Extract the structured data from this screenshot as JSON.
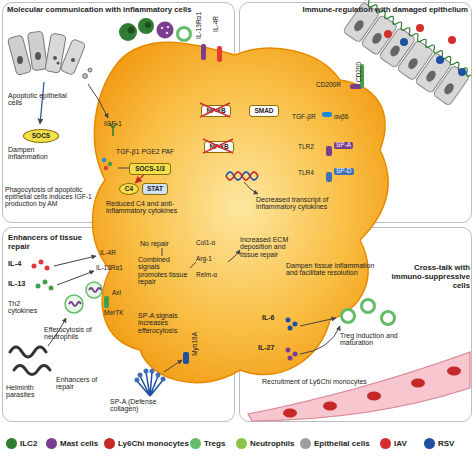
{
  "diagram": {
    "nodes": [
      {
        "text": [
          "Molecular communication with inflammatory cells"
        ]
      },
      {
        "text": [
          "SOCS"
        ],
        "in": 0
      },
      {
        "text": [
          "SOCS-1/3"
        ],
        "in": 0
      },
      {
        "text": [
          "C4"
        ],
        "in": 0
      },
      {
        "text": [
          "STAT"
        ],
        "in": 0
      },
      {
        "text": [
          "NF-κB"
        ],
        "in": 0
      },
      {
        "text": [
          "NF-κB"
        ],
        "in": 0
      },
      {
        "text": [
          "Immune-regulation with damaged epithelium"
        ]
      },
      {
        "text": [
          "SMAD"
        ],
        "in": 7
      },
      {
        "text": [
          "Enhancers of tissue repair"
        ]
      },
      {
        "text": [
          "Cross-talk with immuno-suppressive cells"
        ]
      }
    ],
    "edges": [
      {
        "from": 2,
        "to": 3,
        "arrow": "to"
      }
    ],
    "labels": [
      "Apoptotic epithelial cells",
      "Dampen inflammation",
      "Phagocytosis of apoptotic epithelial cells induces IGF-1 production by AM",
      "IL-13Rα1",
      "IL-4R",
      "IGF-1",
      "TGF-β1 PGE2 PAF",
      "Reduced C4 and anti-inflammatory cytokines",
      "CD200R",
      "CD200",
      "TGF-βR",
      "αvβ6",
      "TLR2",
      "SP-A",
      "TLR4",
      "SP-D",
      "Decreased transcript of inflammatory cytokines",
      "IL-4",
      "IL-13",
      "Th2 cytokines",
      "IL-4R",
      "IL-13Rα1",
      "Axl",
      "MerTK",
      "No repair",
      "Combined signals promotes tissue repair",
      "Col1-α",
      "Arg-1",
      "Relm-α",
      "Increased ECM deposition and tissue repair",
      "Efferocytosis of neutrophils",
      "SP-A signals increases efferocytosis",
      "Helminth parasites",
      "Enhancers of repair",
      "SP-A (Defense collagen)",
      "Myo18A",
      "Dampen tissue inflammation and facilitate resolution",
      "IL-6",
      "IL-27",
      "Treg induction and maturation",
      "Recruitment of Ly6Chi monocytes"
    ],
    "legend": [
      {
        "text": "ILC2",
        "color": "#2f7d32"
      },
      {
        "text": "Mast cells",
        "color": "#7a3e8e"
      },
      {
        "text": "Ly6Chi monocytes",
        "color": "#c62828"
      },
      {
        "text": "Tregs",
        "color": "#66bb6a"
      },
      {
        "text": "Neutrophils",
        "color": "#8bc34a"
      },
      {
        "text": "Epithelial cells",
        "color": "#9e9e9e"
      },
      {
        "text": "IAV",
        "color": "#d32f2f"
      },
      {
        "text": "RSV",
        "color": "#1e4fa0"
      }
    ]
  }
}
